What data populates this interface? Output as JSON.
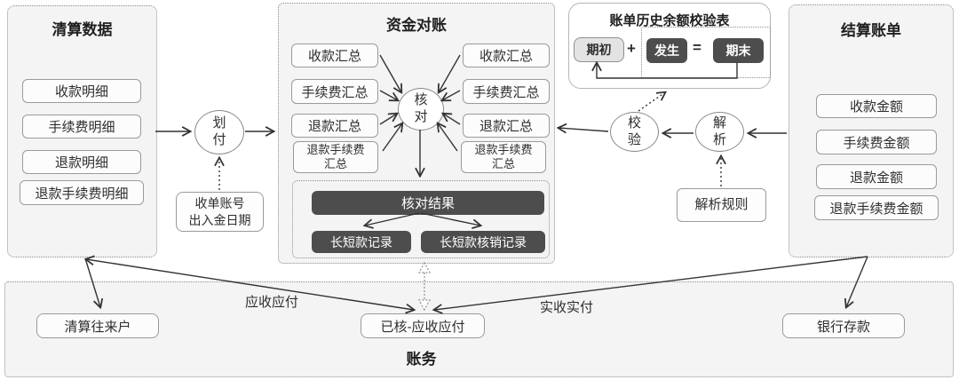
{
  "diagram": {
    "clearing": {
      "title": "清算数据",
      "items": [
        "收款明细",
        "手续费明细",
        "退款明细",
        "退款手续费明细"
      ]
    },
    "transfer_circle": "划\n付",
    "transfer_note": "收单账号\n出入金日期",
    "reconciliation": {
      "title": "资金对账",
      "left_items": [
        "收款汇总",
        "手续费汇总",
        "退款汇总",
        "退款手续费\n汇总"
      ],
      "right_items": [
        "收款汇总",
        "手续费汇总",
        "退款汇总",
        "退款手续费\n汇总"
      ],
      "check_circle": "核\n对",
      "result_bar": "核对结果",
      "result_buttons": [
        "长短款记录",
        "长短款核销记录"
      ]
    },
    "balance_check": {
      "title": "账单历史余额校验表",
      "opening": "期初",
      "plus": "+",
      "occurred": "发生",
      "equals": "=",
      "closing": "期末"
    },
    "verify_circle": "校\n验",
    "parse_circle": "解\n析",
    "parse_rule": "解析规则",
    "settlement": {
      "title": "结算账单",
      "items": [
        "收款金额",
        "手续费金额",
        "退款金额",
        "退款手续费金额"
      ]
    },
    "accounting": {
      "title": "账务",
      "clearing_account": "清算往来户",
      "verified_ar_ap": "已核-应收应付",
      "bank_deposit": "银行存款"
    },
    "edge_labels": {
      "ar_ap": "应收应付",
      "actual": "实收实付"
    }
  },
  "colors": {
    "dark_button": "#4d4d4d",
    "panel_bg": "#f4f4f4",
    "line": "#333333",
    "opening_bg": "#e3e3e3"
  }
}
